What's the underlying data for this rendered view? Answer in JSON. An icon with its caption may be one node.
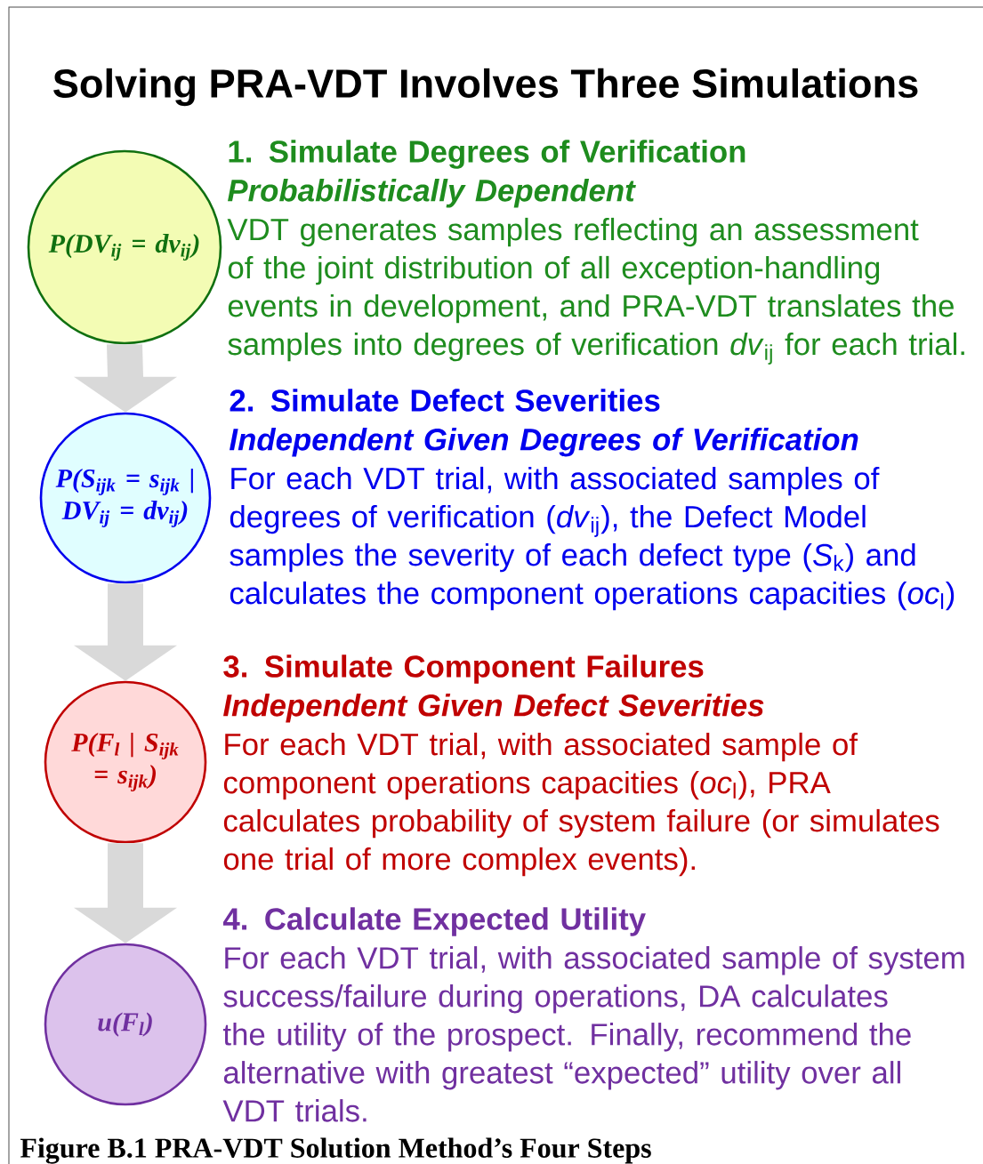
{
  "diagram": {
    "title": "Solving PRA-VDT Involves Three Simulations",
    "caption": "Figure B.1 PRA-VDT Solution Method’s Four Steps",
    "nodes": [
      {
        "text": [
          "P(DV$_{ij}$ = dv$_{ij}$)"
        ],
        "beside": [
          "1. Simulate Degrees of Verification",
          "Probabilistically Dependent",
          "VDT generates samples reflecting an assessment of the joint distribution of all exception-handling events in development, and PRA-VDT translates the samples into degrees of verification *dv*$_{ij}$ for each trial."
        ]
      },
      {
        "text": [
          "P(S$_{ijk}$ = s$_{ijk}$ | DV$_{ij}$ = dv$_{ij}$)"
        ],
        "beside": [
          "2. Simulate Defect Severities",
          "Independent Given Degrees of Verification",
          "For each VDT trial, with associated samples of degrees of verification (*dv*$_{ij}$), the Defect Model samples the severity of each defect type (*S*$_{k}$) and calculates the component operations capacities (*oc*$_{l}$)"
        ]
      },
      {
        "text": [
          "P(F$_{l}$ | S$_{ijk}$ = s$_{ijk}$)"
        ],
        "beside": [
          "3. Simulate Component Failures",
          "Independent Given Defect Severities",
          "For each VDT trial, with associated sample of component operations capacities (*oc*$_{l}$), PRA calculates probability of system failure (or simulates one trial of more complex events)."
        ]
      },
      {
        "text": [
          "u(F$_{l}$)"
        ],
        "beside": [
          "4. Calculate Expected Utility",
          "For each VDT trial, with associated sample of system success/failure during operations, DA calculates the utility of the prospect.  Finally, recommend the alternative with greatest “expected” utility over all VDT trials."
        ]
      }
    ],
    "edges": [
      {
        "from": 0,
        "to": 1,
        "arrow": "to"
      },
      {
        "from": 1,
        "to": 2,
        "arrow": "to"
      },
      {
        "from": 2,
        "to": 3,
        "arrow": "to"
      }
    ]
  }
}
